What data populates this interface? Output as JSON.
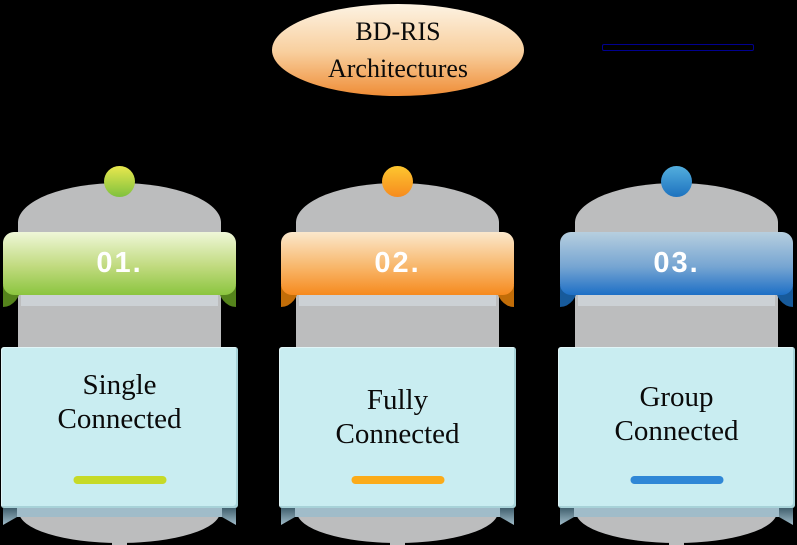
{
  "header": {
    "title_line1": "BD-RIS",
    "title_line2": "Architectures"
  },
  "decoration": {
    "box_outline_color": "#00008f"
  },
  "palette": {
    "background": "#000000",
    "ellipse_top": "#fdf3e3",
    "ellipse_mid": "#f8cf9e",
    "ellipse_bottom": "#ef8d36",
    "dome_gray": "#bcbdbe",
    "collar_silver": "#ccd1d5",
    "card_bg": "#c9edf1",
    "band_steel": "#a0bcc9",
    "band_fold_dark": "#41606e",
    "card_text_color": "#0a0a0a",
    "ribbon_text_color": "#ffffff"
  },
  "columns": [
    {
      "number": "01.",
      "label_line1": "Single",
      "label_line2": "Connected",
      "colors": {
        "circle_top": "#e9e84e",
        "circle_bottom": "#7fc13e",
        "ribbon_top": "#eff7d8",
        "ribbon_mid": "#c0da7e",
        "ribbon_bottom": "#8bc53f",
        "fold": "#55841c",
        "underline": "#c6da27"
      }
    },
    {
      "number": "02.",
      "label_line1": "Fully",
      "label_line2": "Connected",
      "colors": {
        "circle_top": "#fdc62f",
        "circle_bottom": "#f68b1f",
        "ribbon_top": "#fbe8cc",
        "ribbon_mid": "#f8b76b",
        "ribbon_bottom": "#f68a1e",
        "fold": "#c26d08",
        "underline": "#fbab19"
      }
    },
    {
      "number": "03.",
      "label_line1": "Group",
      "label_line2": "Connected",
      "colors": {
        "circle_top": "#53aedd",
        "circle_bottom": "#1d72bf",
        "ribbon_top": "#b7cfdf",
        "ribbon_mid": "#76a5d2",
        "ribbon_bottom": "#1d6fc6",
        "fold": "#175a9b",
        "underline": "#2f87d6"
      }
    }
  ]
}
